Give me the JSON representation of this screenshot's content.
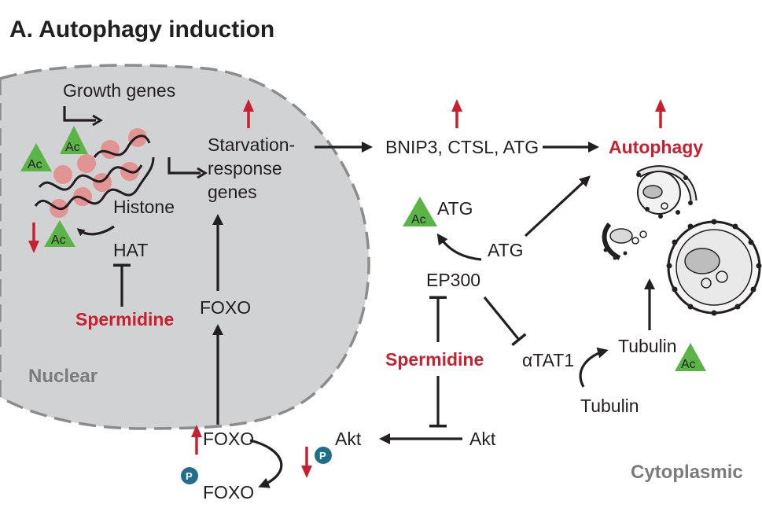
{
  "title": "A.  Autophagy induction",
  "colors": {
    "red": "#c8202f",
    "green": "#5bb546",
    "nucleus_fill": "#d1d2d4",
    "nucleus_border": "#8c8c8c",
    "grey_text": "#7b7b7b",
    "phospho": "#1f6f8b"
  },
  "nucleus": {
    "label": "Nuclear",
    "growth_genes": "Growth genes",
    "starvation_line1": "Starvation-",
    "starvation_line2": "response",
    "starvation_line3": "genes",
    "histone": "Histone",
    "hat": "HAT",
    "spermidine": "Spermidine",
    "foxo": "FOXO"
  },
  "cytoplasm": {
    "label": "Cytoplasmic",
    "bnip3": "BNIP3, CTSL, ATG",
    "autophagy": "Autophagy",
    "atg_acetylated": "ATG",
    "atg": "ATG",
    "ep300": "EP300",
    "spermidine": "Spermidine",
    "atat1": "αTAT1",
    "tubulin_acetylated": "Tubulin",
    "tubulin": "Tubulin",
    "akt_right": "Akt",
    "akt_left": "Akt",
    "foxo_up": "FOXO",
    "foxo_down": "FOXO"
  },
  "badges": {
    "acetyl": "Ac",
    "phospho": "P"
  },
  "icons": [
    "up-arrow-icon",
    "down-arrow-icon",
    "acetyl-group-icon",
    "phosphate-icon",
    "autophagosome-icon"
  ]
}
